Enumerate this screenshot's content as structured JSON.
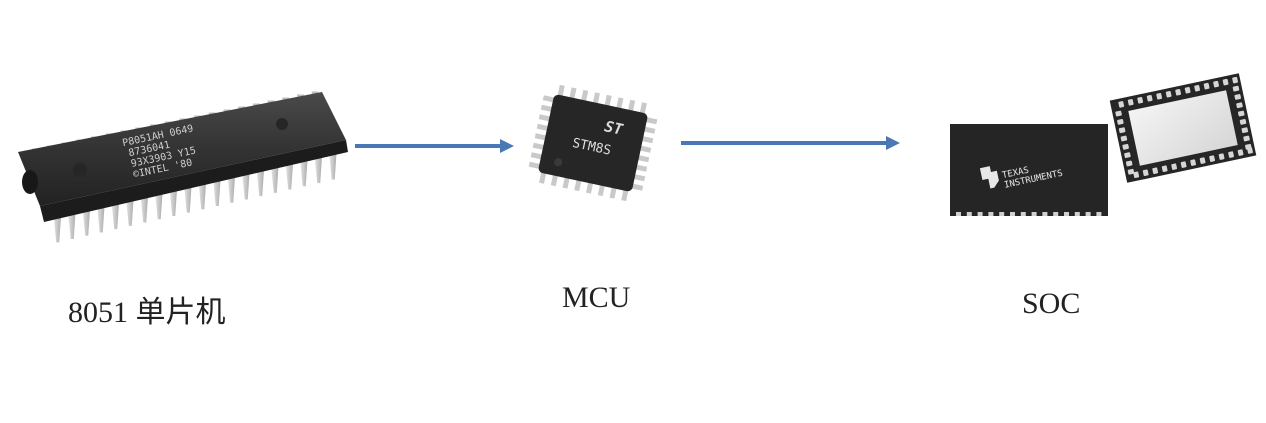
{
  "chips": {
    "dip": {
      "label": "8051 单片机",
      "marking_line1": "P8051AH 0649",
      "marking_line2": "8736041",
      "marking_line3": "93X3903 Y15",
      "marking_line4": "©INTEL '80"
    },
    "qfp": {
      "label": "MCU",
      "brand": "ST",
      "marking": "STM8S"
    },
    "qfn": {
      "label": "SOC",
      "brand_line1": "TEXAS",
      "brand_line2": "INSTRUMENTS"
    }
  },
  "colors": {
    "arrow": "#4a78b5",
    "chip_body": "#2b2b2b",
    "pin": "#c8c8c8"
  }
}
